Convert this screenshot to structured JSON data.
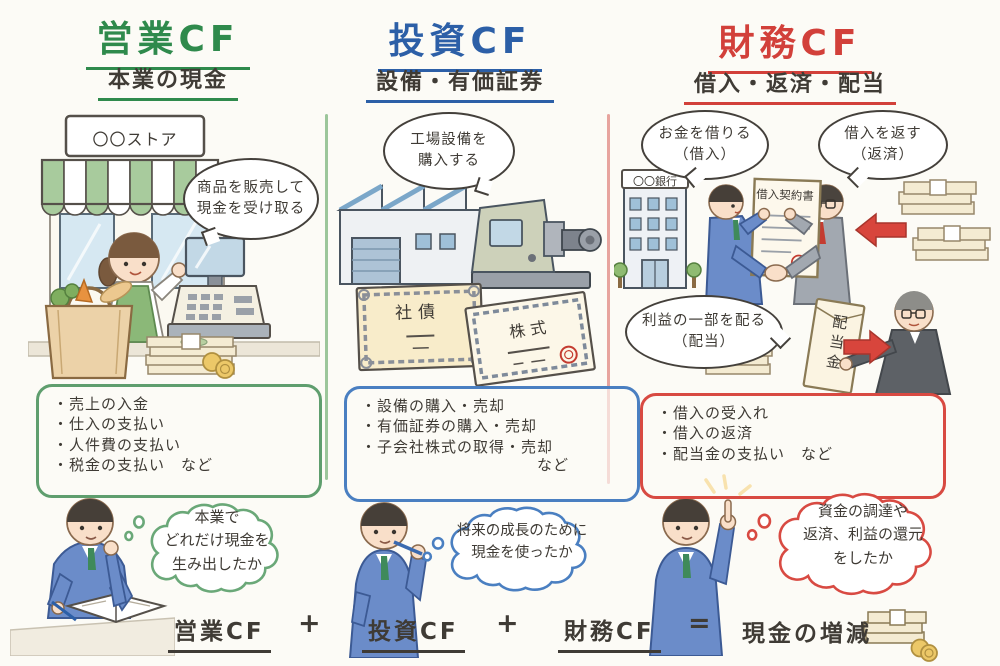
{
  "colors": {
    "operating_green": "#2f8a4c",
    "investing_blue": "#2c5fa7",
    "financing_red": "#d2403a",
    "ink": "#3f3b35",
    "paper": "#fcfbf6"
  },
  "icons": {
    "result_money": "money-stack-icon",
    "coins": "coins-icon",
    "arrow_receive": "red-arrow-left-icon",
    "arrow_pay": "red-arrow-right-icon",
    "sparkle": "sparkle-icon"
  },
  "columns": [
    {
      "title": "営業CF",
      "subtitle": "本業の現金",
      "speech_bubbles": [
        "商品を販売して\n現金を受け取る"
      ],
      "store_sign": "〇〇ストア",
      "points": [
        "・売上の入金",
        "・仕入の支払い",
        "・人件費の支払い",
        "・税金の支払い　など"
      ],
      "thought": "本業で\nどれだけ現金を\n生み出したか"
    },
    {
      "title": "投資CF",
      "subtitle": "設備・有価証券",
      "speech_bubbles": [
        "工場設備を\n購入する"
      ],
      "certificate_labels": [
        "社債",
        "株式"
      ],
      "points": [
        "・設備の購入・売却",
        "・有価証券の購入・売却",
        "・子会社株式の取得・売却",
        "など"
      ],
      "thought": "将来の成長のために\n現金を使ったか"
    },
    {
      "title": "財務CF",
      "subtitle": "借入・返済・配当",
      "speech_bubbles": [
        "お金を借りる\n（借入）",
        "借入を返す\n（返済）",
        "利益の一部を配る\n（配当）"
      ],
      "bank_sign": "〇〇銀行",
      "contract_title": "借入契約書",
      "envelope_label": "配当金",
      "points": [
        "・借入の受入れ",
        "・借入の返済",
        "・配当金の支払い　など"
      ],
      "thought": "資金の調達や\n返済、利益の還元\nをしたか"
    }
  ],
  "formula": {
    "terms": [
      "営業CF",
      "投資CF",
      "財務CF"
    ],
    "plus": "+",
    "equals": "=",
    "result": "現金の増減"
  }
}
